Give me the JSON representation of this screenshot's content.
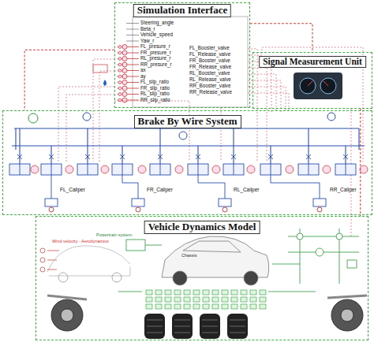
{
  "diagram": {
    "nodes": [
      {
        "text": [
          "Simulation Interface"
        ]
      },
      {
        "text": [
          "Signal Measurement Unit"
        ]
      },
      {
        "text": [
          "Brake By Wire System"
        ]
      },
      {
        "text": [
          "Vehicle Dynamics Model"
        ]
      }
    ],
    "edges": [
      {
        "from": 0,
        "to": 1,
        "arrow": "none"
      },
      {
        "from": 0,
        "to": 2,
        "arrow": "none"
      },
      {
        "from": 1,
        "to": 3,
        "arrow": "none"
      }
    ],
    "labels": [
      "Steering_angle",
      "Beta_r",
      "Vehicle_speed",
      "Yaw_r",
      "FL_presure_r",
      "FR_presure_r",
      "RL_presure_r",
      "RR_presure_r",
      "ax",
      "ay",
      "FL_slip_ratio",
      "FR_slip_ratio",
      "RL_slip_ratio",
      "RR_slip_ratio",
      "FL_Booster_valve",
      "FL_Release_valve",
      "FR_Booster_valve",
      "FR_Release_valve",
      "RL_Booster_valve",
      "RL_Release_valve",
      "RR_Booster_valve",
      "RR_Release_valve",
      "FL_Caliper",
      "FR_Caliper",
      "RL_Caliper",
      "RR_Caliper",
      "Powertrain system",
      "Wind velocity - Aerodynamics",
      "Chassis"
    ]
  }
}
